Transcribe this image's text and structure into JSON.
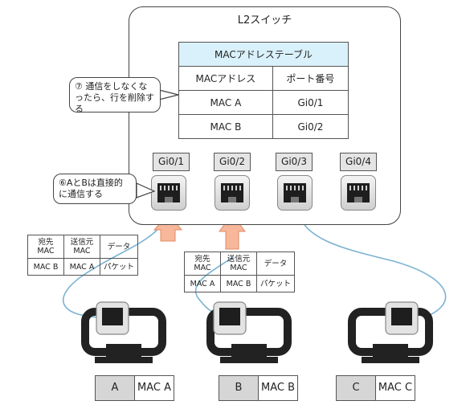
{
  "switch": {
    "title": "L2スイッチ",
    "ports": [
      "Gi0/1",
      "Gi0/2",
      "Gi0/3",
      "Gi0/4"
    ]
  },
  "mac_table": {
    "caption": "MACアドレステーブル",
    "headers": [
      "MACアドレス",
      "ポート番号"
    ],
    "rows": [
      [
        "MAC A",
        "Gi0/1"
      ],
      [
        "MAC B",
        "Gi0/2"
      ]
    ]
  },
  "callouts": {
    "delete_entry": "⑦ 通信をしなくなったら、行を削除する",
    "direct_comm": "⑥AとBは直接的に通信する"
  },
  "frames": [
    {
      "headers": [
        "宛先\nMAC",
        "送信元\nMAC",
        "データ"
      ],
      "values": [
        "MAC B",
        "MAC A",
        "パケット"
      ]
    },
    {
      "headers": [
        "宛先\nMAC",
        "送信元\nMAC",
        "データ"
      ],
      "values": [
        "MAC A",
        "MAC B",
        "パケット"
      ]
    }
  ],
  "hosts": [
    {
      "name": "A",
      "mac": "MAC A"
    },
    {
      "name": "B",
      "mac": "MAC B"
    },
    {
      "name": "C",
      "mac": "MAC C"
    }
  ],
  "colors": {
    "cable": "#7ab2d2",
    "arrow_fill": "#f7b79a",
    "arrow_stroke": "#e58a64",
    "curve": "#e9883d",
    "table_caption": "#d9f1fb"
  }
}
